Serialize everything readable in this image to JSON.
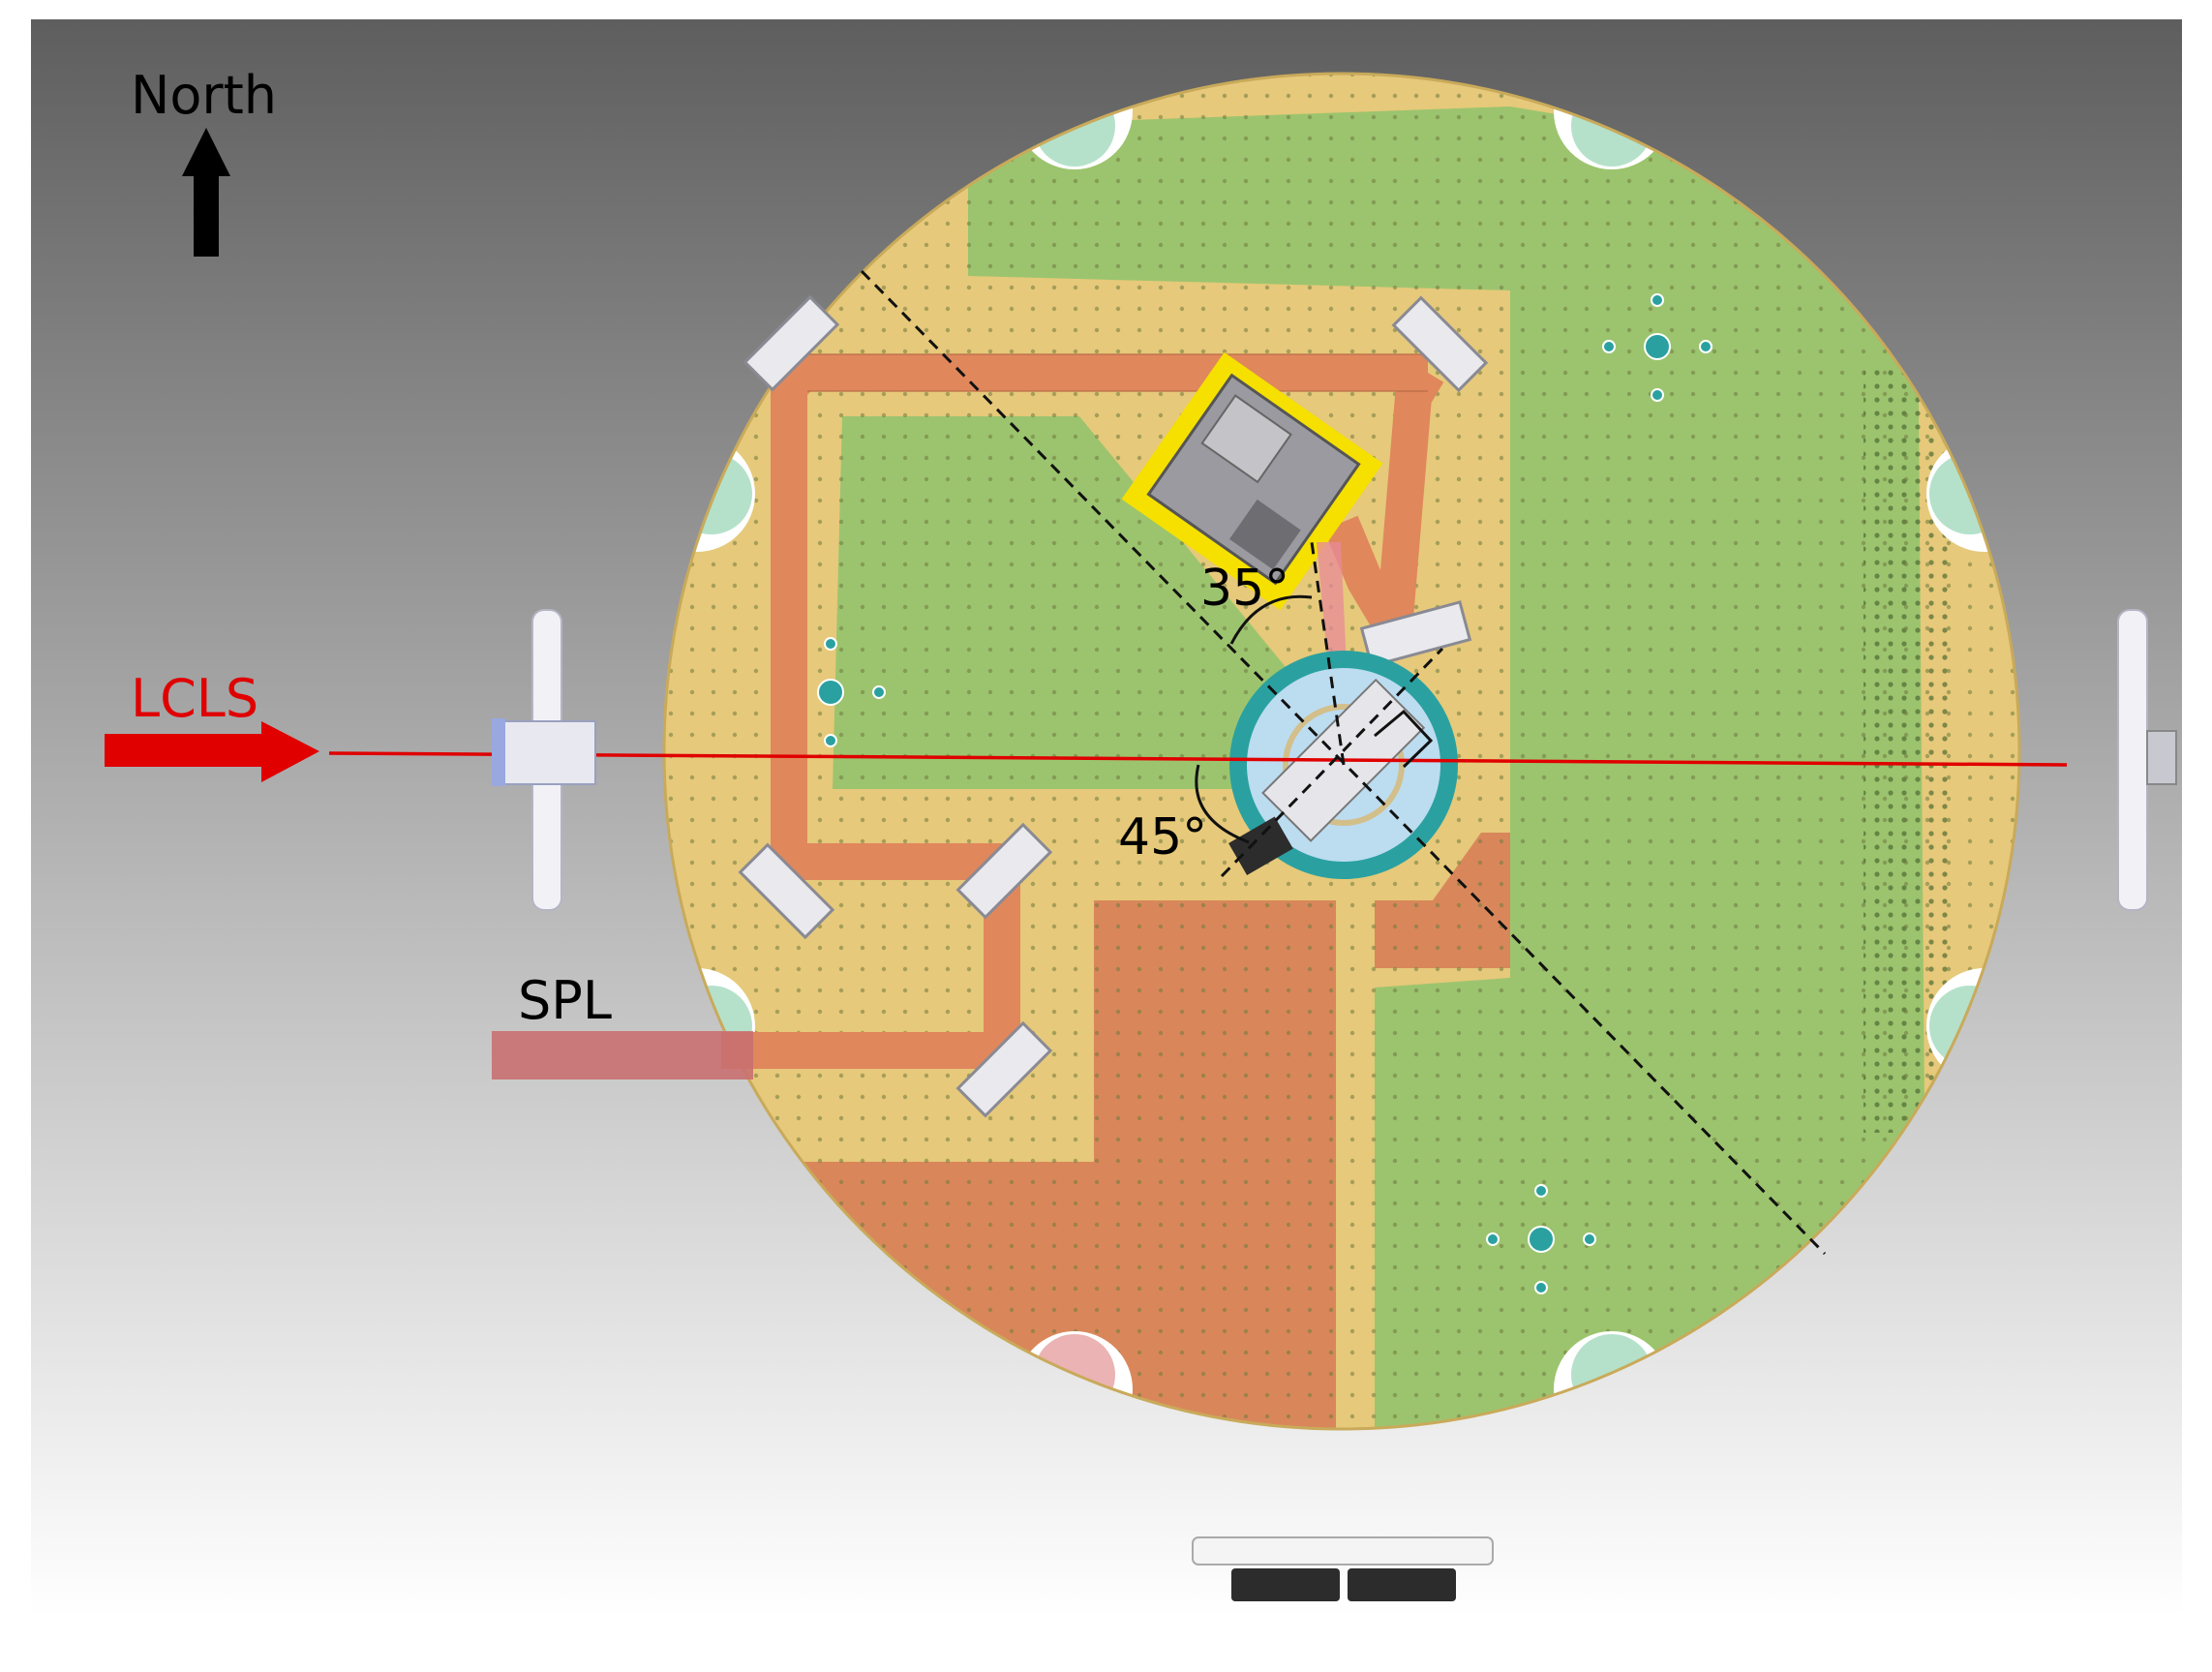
{
  "labels": {
    "north": "North",
    "lcls": "LCLS",
    "spl": "SPL",
    "angle_35": "35°",
    "angle_45": "45°"
  },
  "colors": {
    "background_top": "#5e5e5e",
    "background_bottom": "#ffffff",
    "table": "#e6c97a",
    "green_zone": "#9cc46e",
    "orange_zone": "#d9875a",
    "beam_tube": "#e0875c",
    "xray_beam": "#e00000",
    "lcls_label": "#e00000",
    "spl_pipe": "#c97070",
    "target_ring": "#2aa1a0",
    "target_center": "#bcdcf0",
    "detector_highlight": "#f5e000"
  }
}
